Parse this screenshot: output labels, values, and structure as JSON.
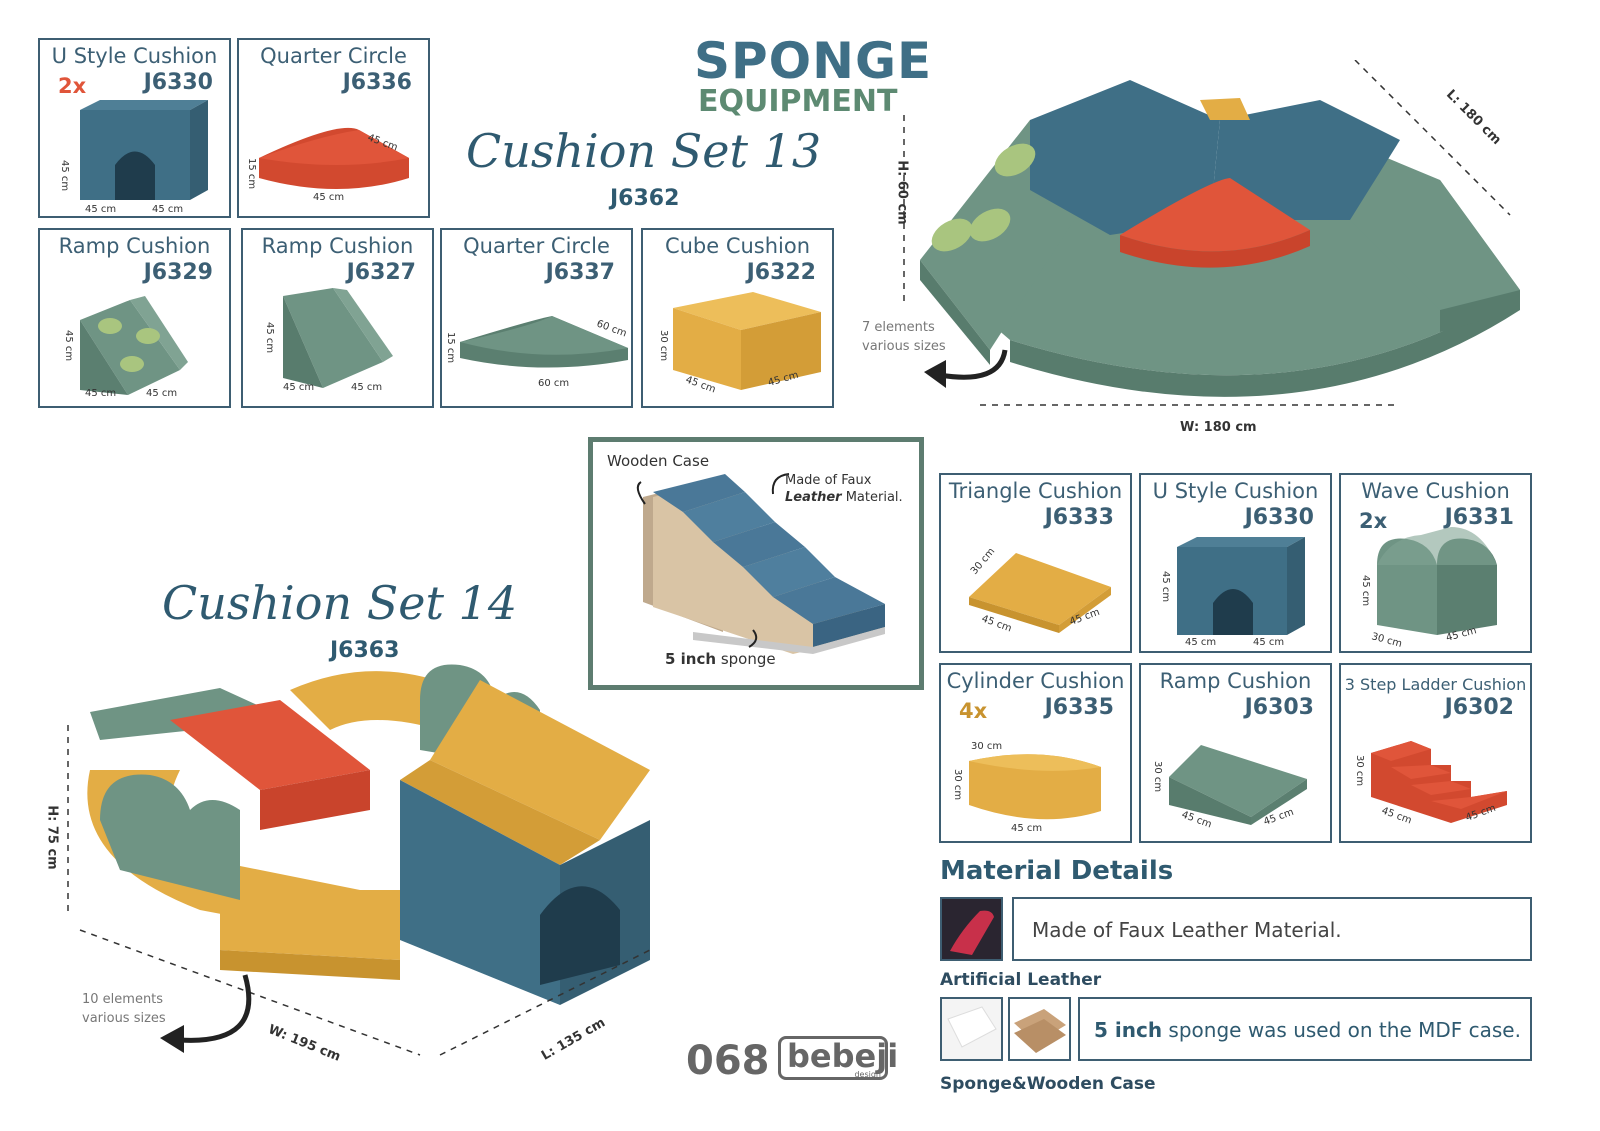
{
  "brand": {
    "line1": "SPONGE",
    "line2": "EQUIPMENT"
  },
  "set13": {
    "title": "Cushion Set 13",
    "code": "J6362",
    "elements_note_1": "7 elements",
    "elements_note_2": "various sizes",
    "dim_h": "H: 60 cm",
    "dim_w": "W: 180 cm",
    "dim_l": "L: 180 cm",
    "products": [
      {
        "title": "U Style Cushion",
        "qty": "2x",
        "code": "J6330",
        "dims": [
          "45 cm",
          "45 cm",
          "45 cm"
        ]
      },
      {
        "title": "Quarter Circle",
        "qty": "",
        "code": "J6336",
        "dims": [
          "15 cm",
          "45 cm",
          "45 cm"
        ]
      },
      {
        "title": "Ramp Cushion",
        "qty": "",
        "code": "J6329",
        "dims": [
          "45 cm",
          "45 cm",
          "45 cm"
        ]
      },
      {
        "title": "Ramp Cushion",
        "qty": "",
        "code": "J6327",
        "dims": [
          "45 cm",
          "45 cm",
          "45 cm"
        ]
      },
      {
        "title": "Quarter Circle",
        "qty": "",
        "code": "J6337",
        "dims": [
          "15 cm",
          "60 cm",
          "60 cm"
        ]
      },
      {
        "title": "Cube Cushion",
        "qty": "",
        "code": "J6322",
        "dims": [
          "30 cm",
          "45 cm",
          "45 cm"
        ]
      }
    ]
  },
  "wooden": {
    "label": "Wooden Case",
    "note_1": "Made of Faux",
    "note_bold": "Leather",
    "note_2": " Material.",
    "sponge_bold": "5 inch",
    "sponge_rest": " sponge"
  },
  "set14": {
    "title": "Cushion Set 14",
    "code": "J6363",
    "elements_note_1": "10 elements",
    "elements_note_2": "various sizes",
    "dim_h": "H: 75 cm",
    "dim_w": "W: 195 cm",
    "dim_l": "L: 135 cm",
    "products": [
      {
        "title": "Triangle Cushion",
        "qty": "",
        "code": "J6333",
        "dims": [
          "30 cm",
          "45 cm",
          "45 cm"
        ]
      },
      {
        "title": "U Style Cushion",
        "qty": "",
        "code": "J6330",
        "dims": [
          "45 cm",
          "45 cm",
          "45 cm"
        ]
      },
      {
        "title": "Wave Cushion",
        "qty": "2x",
        "code": "J6331",
        "dims": [
          "45 cm",
          "30 cm",
          "45 cm"
        ]
      },
      {
        "title": "Cylinder Cushion",
        "qty": "4x",
        "code": "J6335",
        "dims": [
          "30 cm",
          "30 cm",
          "45 cm"
        ]
      },
      {
        "title": "Ramp Cushion",
        "qty": "",
        "code": "J6303",
        "dims": [
          "30 cm",
          "45 cm",
          "45 cm"
        ]
      },
      {
        "title": "3 Step Ladder Cushion",
        "qty": "",
        "code": "J6302",
        "dims": [
          "30 cm",
          "45 cm",
          "45 cm"
        ]
      }
    ]
  },
  "material": {
    "heading": "Material Details",
    "row1_text": "Made of Faux Leather Material.",
    "row1_label": "Artificial Leather",
    "row2_bold": "5 inch",
    "row2_text": " sponge was used on the MDF case.",
    "row2_label": "Sponge&Wooden Case"
  },
  "footer": {
    "number": "068",
    "logo": "bebeji",
    "logo_sub": "design"
  },
  "colors": {
    "teal": "#3f6f86",
    "green": "#6f9484",
    "orange": "#e0553a",
    "yellow": "#e3ad45",
    "lime": "#a9c57f",
    "frame": "#3e5e72"
  }
}
